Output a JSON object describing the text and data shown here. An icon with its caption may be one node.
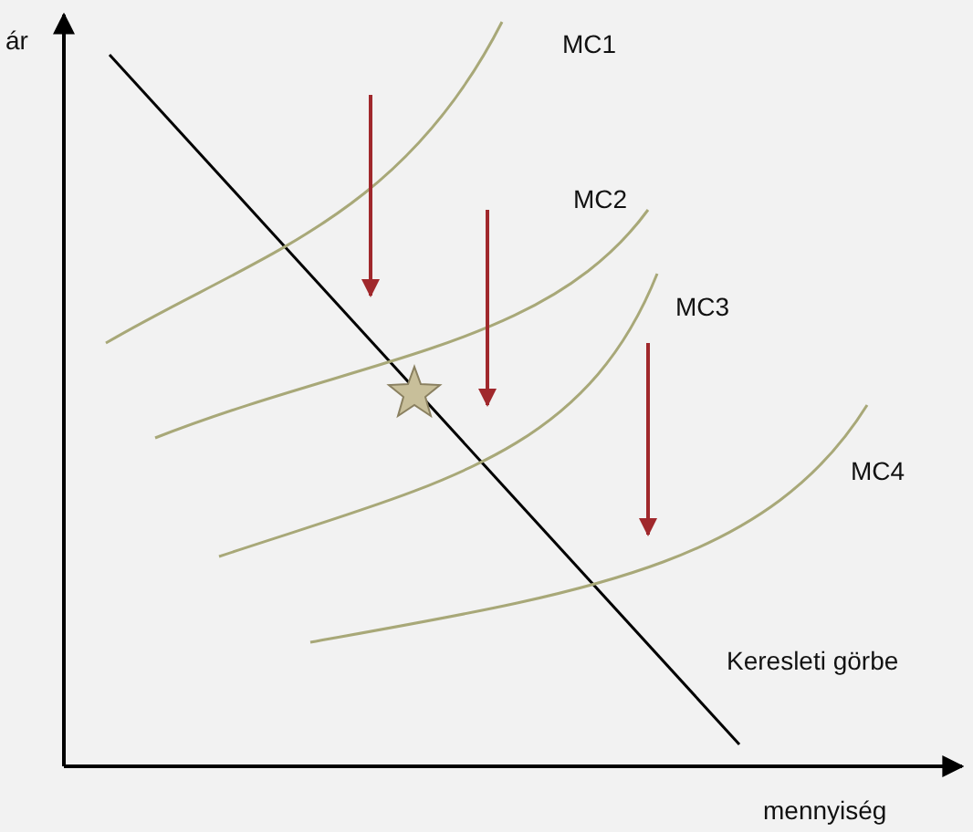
{
  "diagram": {
    "labels": [
      "ár",
      "MC1",
      "MC2",
      "MC3",
      "MC4",
      "Keresleti görbe",
      "mennyiség"
    ]
  }
}
